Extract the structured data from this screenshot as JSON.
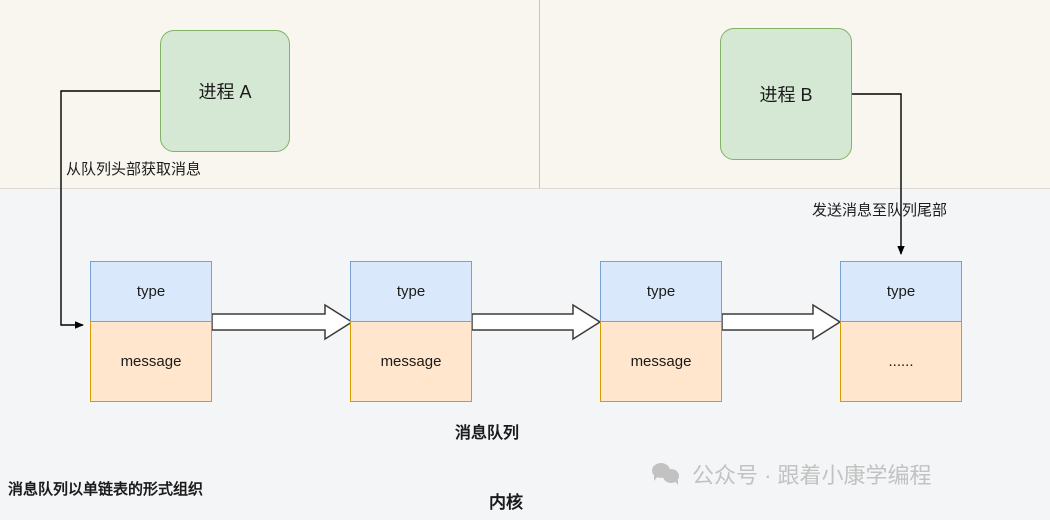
{
  "diagram": {
    "title_kernel": "内核",
    "title_queue": "消息队列",
    "note": "消息队列以单链表的形式组织",
    "processes": [
      {
        "id": "process-a",
        "label": "进程 A"
      },
      {
        "id": "process-b",
        "label": "进程 B"
      }
    ],
    "edge_labels": {
      "receive": "从队列头部获取消息",
      "send": "发送消息至队列尾部"
    },
    "nodes": [
      {
        "type_label": "type",
        "message_label": "message"
      },
      {
        "type_label": "type",
        "message_label": "message"
      },
      {
        "type_label": "type",
        "message_label": "message"
      },
      {
        "type_label": "type",
        "message_label": "......"
      }
    ],
    "colors": {
      "process_fill": "#d5e8d4",
      "process_stroke": "#82b366",
      "type_fill": "#dae8fc",
      "type_stroke": "#7a9fd4",
      "message_fill": "#ffe6cc",
      "message_stroke": "#d79b00",
      "userspace_bg": "#f8f6ef",
      "kernel_bg": "#f4f5f7",
      "connector": "#000000",
      "watermark": "#c2c2c2"
    }
  },
  "watermark": {
    "icon": "wechat-icon",
    "text": "公众号 · 跟着小康学编程"
  }
}
